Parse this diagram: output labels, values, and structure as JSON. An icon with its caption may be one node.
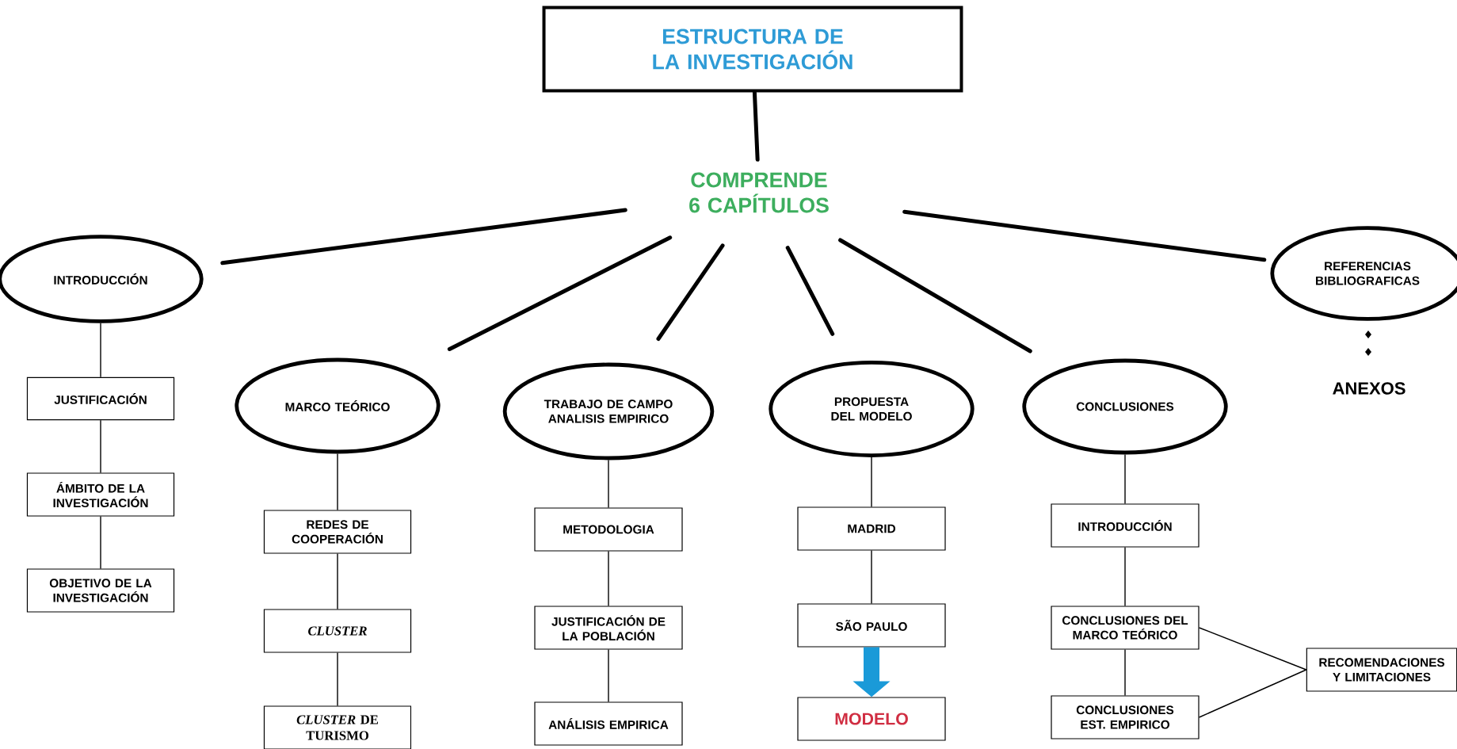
{
  "diagram": {
    "nodes": [
      {
        "text": [
          "ESTRUCTURA DE LA INVESTIGACIÓN"
        ]
      },
      {
        "text": [
          "COMPRENDE 6 CAPÍTULOS"
        ]
      },
      {
        "text": [
          "INTRODUCCIÓN"
        ]
      },
      {
        "text": [
          "JUSTIFICACIÓN"
        ]
      },
      {
        "text": [
          "ÁMBITO DE LA INVESTIGACIÓN"
        ]
      },
      {
        "text": [
          "OBJETIVO DE LA INVESTIGACIÓN"
        ]
      },
      {
        "text": [
          "MARCO TEÓRICO"
        ]
      },
      {
        "text": [
          "REDES DE COOPERACIÓN"
        ]
      },
      {
        "text": [
          "CLUSTER"
        ]
      },
      {
        "text": [
          "*CLUSTER* DE TURISMO"
        ]
      },
      {
        "text": [
          "TRABAJO DE CAMPO ANALISIS EMPIRICO"
        ]
      },
      {
        "text": [
          "METODOLOGIA"
        ]
      },
      {
        "text": [
          "JUSTIFICACIÓN DE LA POBLACIÓN"
        ]
      },
      {
        "text": [
          "ANÁLISIS EMPIRICA"
        ]
      },
      {
        "text": [
          "PROPUESTA DEL MODELO"
        ]
      },
      {
        "text": [
          "MADRID"
        ]
      },
      {
        "text": [
          "SÃO PAULO"
        ]
      },
      {
        "text": [
          "MODELO"
        ]
      },
      {
        "text": [
          "CONCLUSIONES"
        ]
      },
      {
        "text": [
          "INTRODUCCIÓN"
        ]
      },
      {
        "text": [
          "CONCLUSIONES DEL MARCO TEÓRICO"
        ]
      },
      {
        "text": [
          "CONCLUSIONES EST. EMPIRICO"
        ]
      },
      {
        "text": [
          "RECOMENDACIONES Y LIMITACIONES"
        ]
      },
      {
        "text": [
          "REFERENCIAS BIBLIOGRAFICAS"
        ]
      }
    ],
    "edges": [
      {
        "from": 0,
        "to": 1,
        "arrow": "none",
        "style": "thick"
      },
      {
        "from": 1,
        "to": 2,
        "arrow": "none",
        "style": "thick"
      },
      {
        "from": 1,
        "to": 6,
        "arrow": "none",
        "style": "thick"
      },
      {
        "from": 1,
        "to": 10,
        "arrow": "none",
        "style": "thick"
      },
      {
        "from": 1,
        "to": 14,
        "arrow": "none",
        "style": "thick"
      },
      {
        "from": 1,
        "to": 18,
        "arrow": "none",
        "style": "thick"
      },
      {
        "from": 1,
        "to": 23,
        "arrow": "none",
        "style": "thick"
      },
      {
        "from": 2,
        "to": 3,
        "arrow": "none"
      },
      {
        "from": 3,
        "to": 4,
        "arrow": "none"
      },
      {
        "from": 4,
        "to": 5,
        "arrow": "none"
      },
      {
        "from": 6,
        "to": 7,
        "arrow": "none"
      },
      {
        "from": 7,
        "to": 8,
        "arrow": "none"
      },
      {
        "from": 8,
        "to": 9,
        "arrow": "none"
      },
      {
        "from": 10,
        "to": 11,
        "arrow": "none"
      },
      {
        "from": 11,
        "to": 12,
        "arrow": "none"
      },
      {
        "from": 12,
        "to": 13,
        "arrow": "none"
      },
      {
        "from": 14,
        "to": 15,
        "arrow": "none"
      },
      {
        "from": 15,
        "to": 16,
        "arrow": "none"
      },
      {
        "from": 16,
        "to": 17,
        "arrow": "to",
        "style": "thick",
        "color": "#1a9ad8"
      },
      {
        "from": 18,
        "to": 19,
        "arrow": "none"
      },
      {
        "from": 19,
        "to": 20,
        "arrow": "none"
      },
      {
        "from": 20,
        "to": 21,
        "arrow": "none"
      },
      {
        "from": 20,
        "to": 22,
        "arrow": "none"
      },
      {
        "from": 21,
        "to": 22,
        "arrow": "none"
      }
    ],
    "labels": [
      "ANEXOS"
    ]
  }
}
